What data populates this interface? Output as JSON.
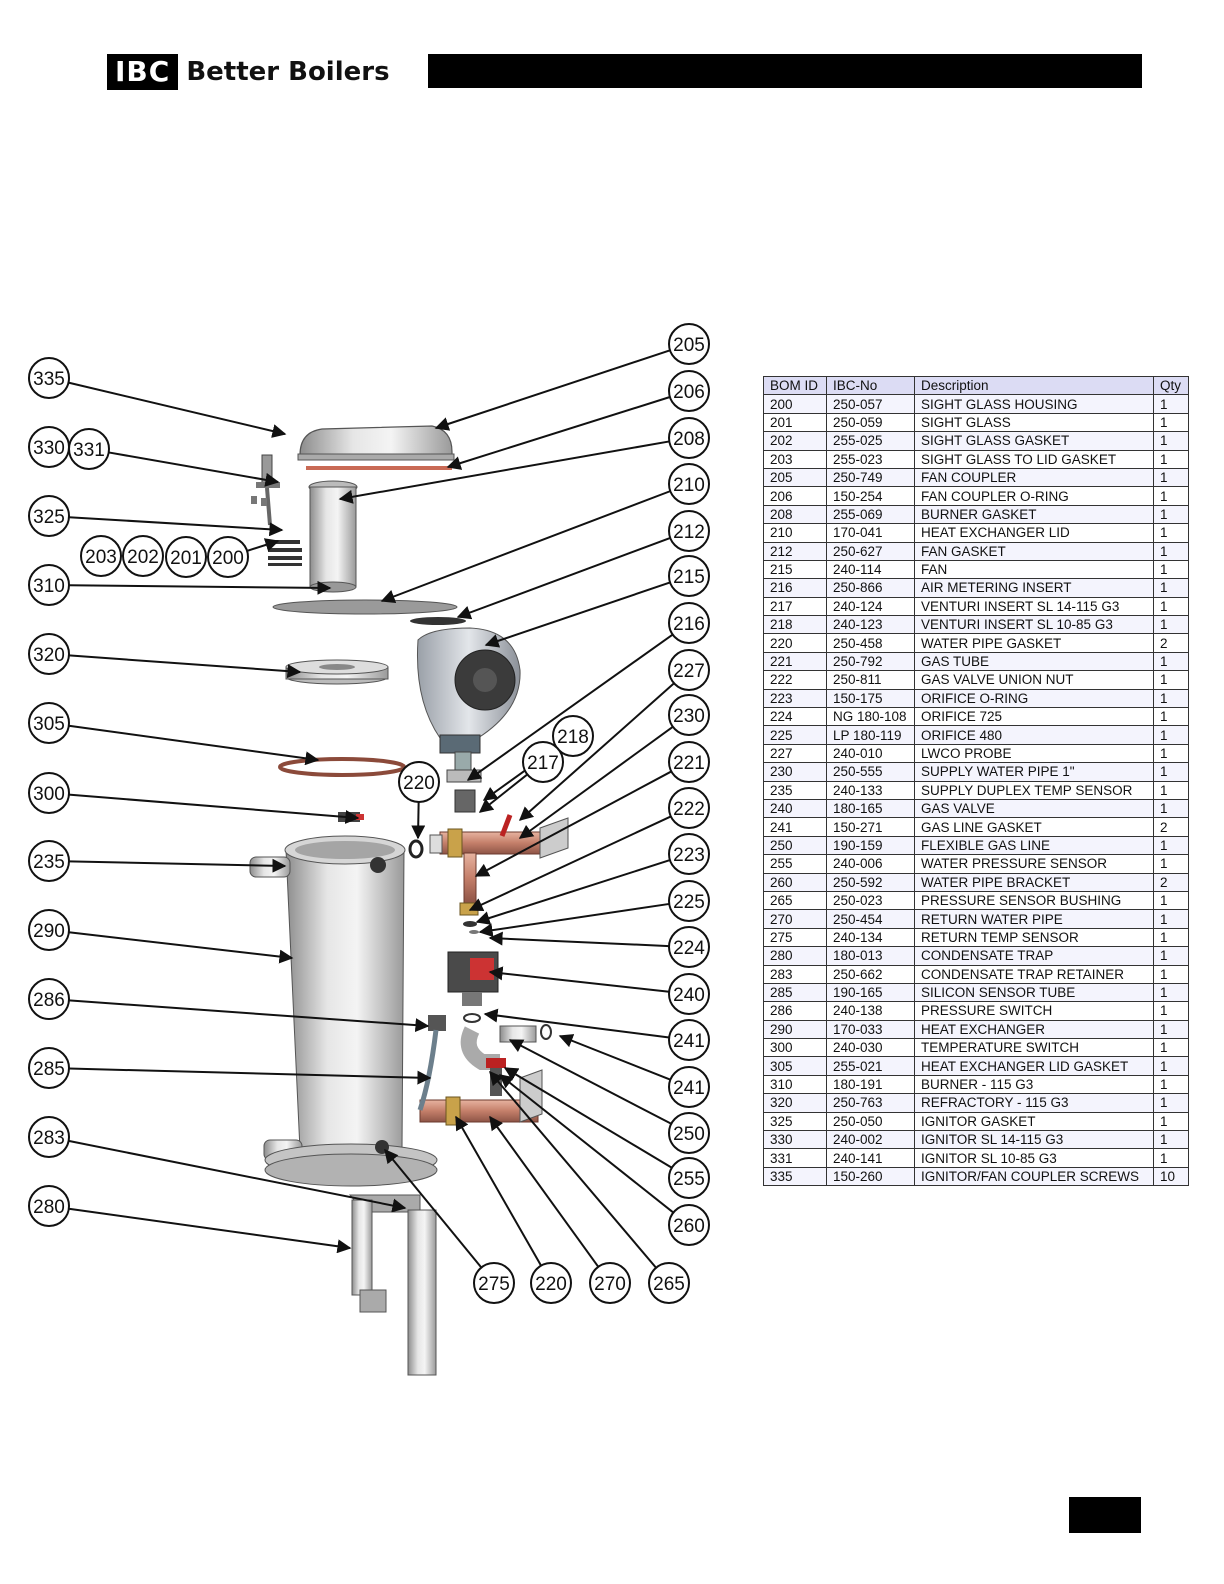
{
  "header": {
    "logo_mark": "IBC",
    "logo_text": "Better Boilers"
  },
  "bom": {
    "headers": [
      "BOM ID",
      "IBC-No",
      "Description",
      "Qty"
    ],
    "rows": [
      [
        "200",
        "250-057",
        "SIGHT GLASS HOUSING",
        "1"
      ],
      [
        "201",
        "250-059",
        "SIGHT GLASS",
        "1"
      ],
      [
        "202",
        "255-025",
        "SIGHT GLASS GASKET",
        "1"
      ],
      [
        "203",
        "255-023",
        "SIGHT GLASS TO LID GASKET",
        "1"
      ],
      [
        "205",
        "250-749",
        "FAN COUPLER",
        "1"
      ],
      [
        "206",
        "150-254",
        "FAN COUPLER O-RING",
        "1"
      ],
      [
        "208",
        "255-069",
        "BURNER GASKET",
        "1"
      ],
      [
        "210",
        "170-041",
        "HEAT EXCHANGER LID",
        "1"
      ],
      [
        "212",
        "250-627",
        "FAN GASKET",
        "1"
      ],
      [
        "215",
        "240-114",
        "FAN",
        "1"
      ],
      [
        "216",
        "250-866",
        "AIR METERING INSERT",
        "1"
      ],
      [
        "217",
        "240-124",
        "VENTURI INSERT SL 14-115 G3",
        "1"
      ],
      [
        "218",
        "240-123",
        "VENTURI INSERT SL 10-85 G3",
        "1"
      ],
      [
        "220",
        "250-458",
        "WATER PIPE GASKET",
        "2"
      ],
      [
        "221",
        "250-792",
        "GAS TUBE",
        "1"
      ],
      [
        "222",
        "250-811",
        "GAS VALVE UNION NUT",
        "1"
      ],
      [
        "223",
        "150-175",
        "ORIFICE O-RING",
        "1"
      ],
      [
        "224",
        "NG 180-108",
        "ORIFICE 725",
        "1"
      ],
      [
        "225",
        "LP 180-119",
        "ORIFICE 480",
        "1"
      ],
      [
        "227",
        "240-010",
        "LWCO PROBE",
        "1"
      ],
      [
        "230",
        "250-555",
        "SUPPLY WATER PIPE 1\"",
        "1"
      ],
      [
        "235",
        "240-133",
        "SUPPLY DUPLEX TEMP SENSOR",
        "1"
      ],
      [
        "240",
        "180-165",
        "GAS VALVE",
        "1"
      ],
      [
        "241",
        "150-271",
        "GAS LINE GASKET",
        "2"
      ],
      [
        "250",
        "190-159",
        "FLEXIBLE GAS LINE",
        "1"
      ],
      [
        "255",
        "240-006",
        "WATER PRESSURE SENSOR",
        "1"
      ],
      [
        "260",
        "250-592",
        "WATER PIPE BRACKET",
        "2"
      ],
      [
        "265",
        "250-023",
        "PRESSURE SENSOR BUSHING",
        "1"
      ],
      [
        "270",
        "250-454",
        "RETURN WATER PIPE",
        "1"
      ],
      [
        "275",
        "240-134",
        "RETURN TEMP SENSOR",
        "1"
      ],
      [
        "280",
        "180-013",
        "CONDENSATE TRAP",
        "1"
      ],
      [
        "283",
        "250-662",
        "CONDENSATE TRAP RETAINER",
        "1"
      ],
      [
        "285",
        "190-165",
        "SILICON SENSOR TUBE",
        "1"
      ],
      [
        "286",
        "240-138",
        "PRESSURE SWITCH",
        "1"
      ],
      [
        "290",
        "170-033",
        "HEAT EXCHANGER",
        "1"
      ],
      [
        "300",
        "240-030",
        "TEMPERATURE SWITCH",
        "1"
      ],
      [
        "305",
        "255-021",
        "HEAT EXCHANGER LID GASKET",
        "1"
      ],
      [
        "310",
        "180-191",
        "BURNER - 115 G3",
        "1"
      ],
      [
        "320",
        "250-763",
        "REFRACTORY - 115 G3",
        "1"
      ],
      [
        "325",
        "250-050",
        "IGNITOR GASKET",
        "1"
      ],
      [
        "330",
        "240-002",
        "IGNITOR SL 14-115 G3",
        "1"
      ],
      [
        "331",
        "240-141",
        "IGNITOR SL 10-85 G3",
        "1"
      ],
      [
        "335",
        "150-260",
        "IGNITOR/FAN COUPLER SCREWS",
        "10"
      ]
    ]
  },
  "callouts": [
    "335",
    "330",
    "331",
    "325",
    "203",
    "202",
    "201",
    "200",
    "310",
    "320",
    "305",
    "300",
    "235",
    "290",
    "286",
    "285",
    "283",
    "280",
    "205",
    "206",
    "208",
    "210",
    "212",
    "215",
    "216",
    "227",
    "230",
    "221",
    "222",
    "223",
    "225",
    "224",
    "240",
    "241",
    "241",
    "250",
    "255",
    "260",
    "265",
    "270",
    "220",
    "275",
    "218",
    "217",
    "220"
  ]
}
